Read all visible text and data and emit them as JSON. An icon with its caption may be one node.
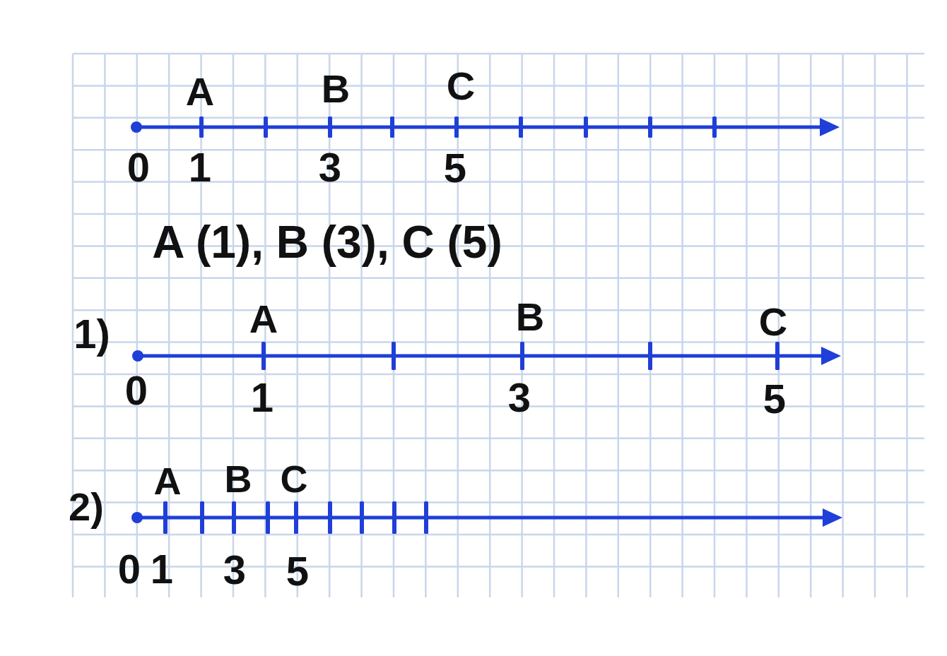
{
  "diagram": {
    "labels": [
      "A",
      "B",
      "C",
      "0",
      "1",
      "3",
      "5",
      "A (1), B (3), C (5)",
      "1)",
      "A",
      "B",
      "C",
      "0",
      "1",
      "3",
      "5",
      "2)",
      "A",
      "B",
      "C",
      "0",
      "1",
      "3",
      "5"
    ]
  }
}
